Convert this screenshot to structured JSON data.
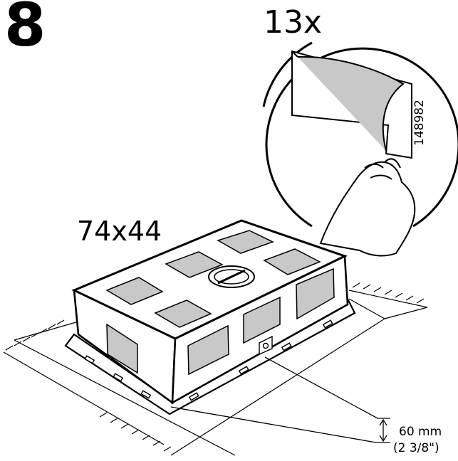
{
  "instruction": {
    "step_number": "8",
    "quantity": "13x",
    "part_number": "148982",
    "cutout_size": "74x44",
    "measure_mm": "60 mm",
    "measure_in": "(2 3/8\")"
  },
  "colors": {
    "line": "#000000",
    "pad_fill": "#c8c8c8",
    "background": "#ffffff"
  }
}
